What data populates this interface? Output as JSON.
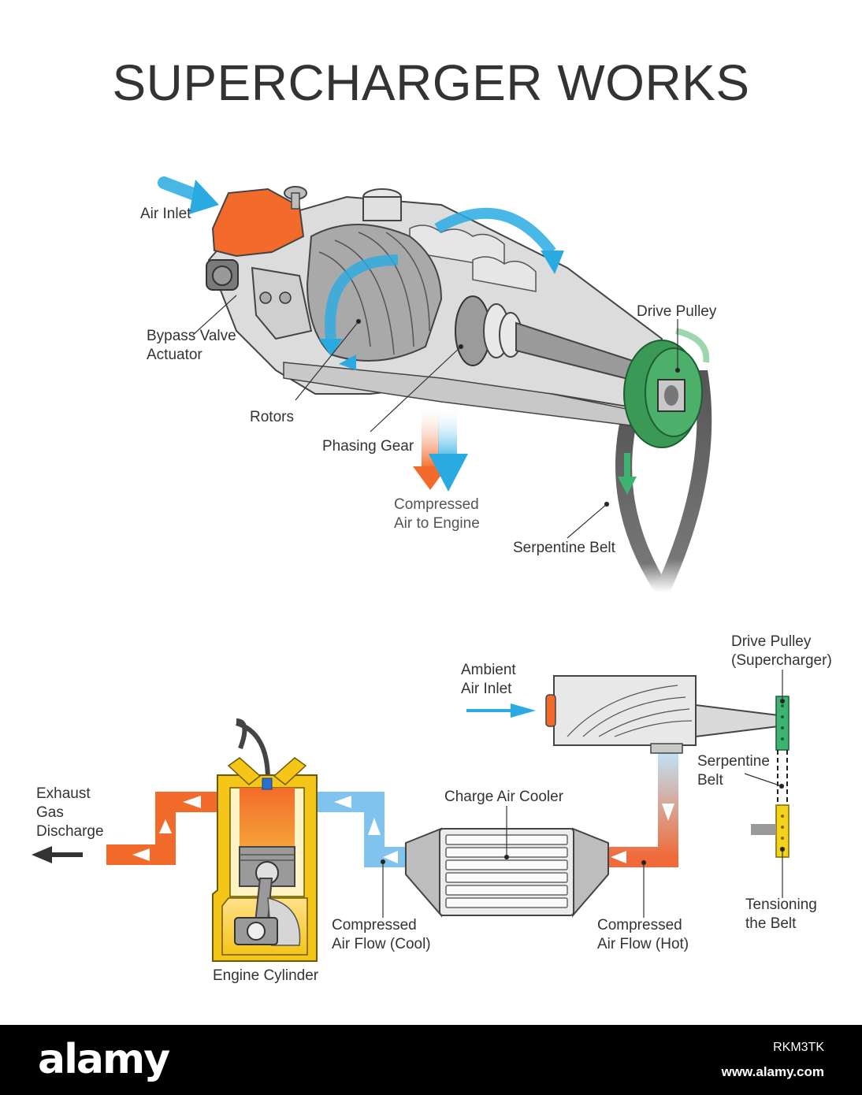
{
  "title": "SUPERCHARGER WORKS",
  "top_labels": {
    "air_inlet": "Air Inlet",
    "bypass_valve": "Bypass Valve\nActuator",
    "rotors": "Rotors",
    "phasing_gear": "Phasing Gear",
    "compressed_air": "Compressed\nAir to Engine",
    "drive_pulley": "Drive Pulley",
    "serpentine_belt": "Serpentine Belt"
  },
  "bottom_labels": {
    "ambient_air": "Ambient\nAir Inlet",
    "drive_pulley_sc": "Drive Pulley\n(Supercharger)",
    "serpentine_belt": "Serpentine\nBelt",
    "exhaust": "Exhaust\nGas\nDischarge",
    "charge_air_cooler": "Charge Air Cooler",
    "compressed_cool": "Compressed\nAir Flow (Cool)",
    "compressed_hot": "Compressed\nAir Flow (Hot)",
    "tensioning": "Tensioning\nthe Belt",
    "engine_cylinder": "Engine Cylinder"
  },
  "footer": {
    "logo": "alamy",
    "image_id": "RKM3TK",
    "site": "www.alamy.com"
  },
  "colors": {
    "orange": "#f26b2a",
    "blue": "#29abe2",
    "green": "#3cb371",
    "yellow": "#f5c518",
    "gray": "#808080"
  }
}
